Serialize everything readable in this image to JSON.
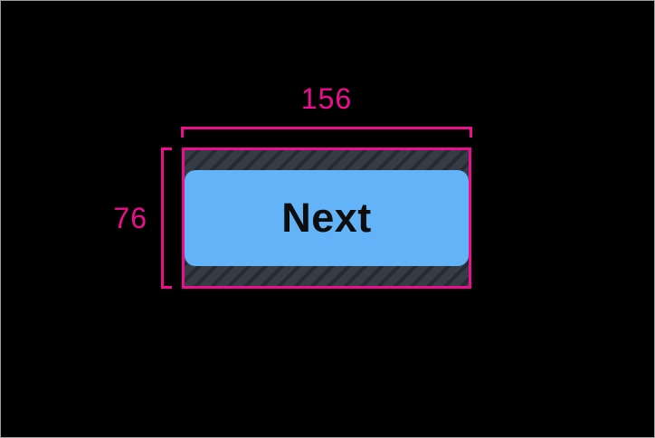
{
  "canvas": {
    "background": "#000000",
    "frame_border_color": "#9e9e9e"
  },
  "annotation": {
    "color": "#ee0d8e",
    "width_label": "156",
    "height_label": "76"
  },
  "touch_target": {
    "hatch_base_color": "#363c45",
    "hatch_stripe_color": "#262b32",
    "outline_color": "#ee0d8e"
  },
  "button": {
    "label": "Next",
    "fill_color": "#62b3f7",
    "text_color": "#0d0d0d"
  }
}
